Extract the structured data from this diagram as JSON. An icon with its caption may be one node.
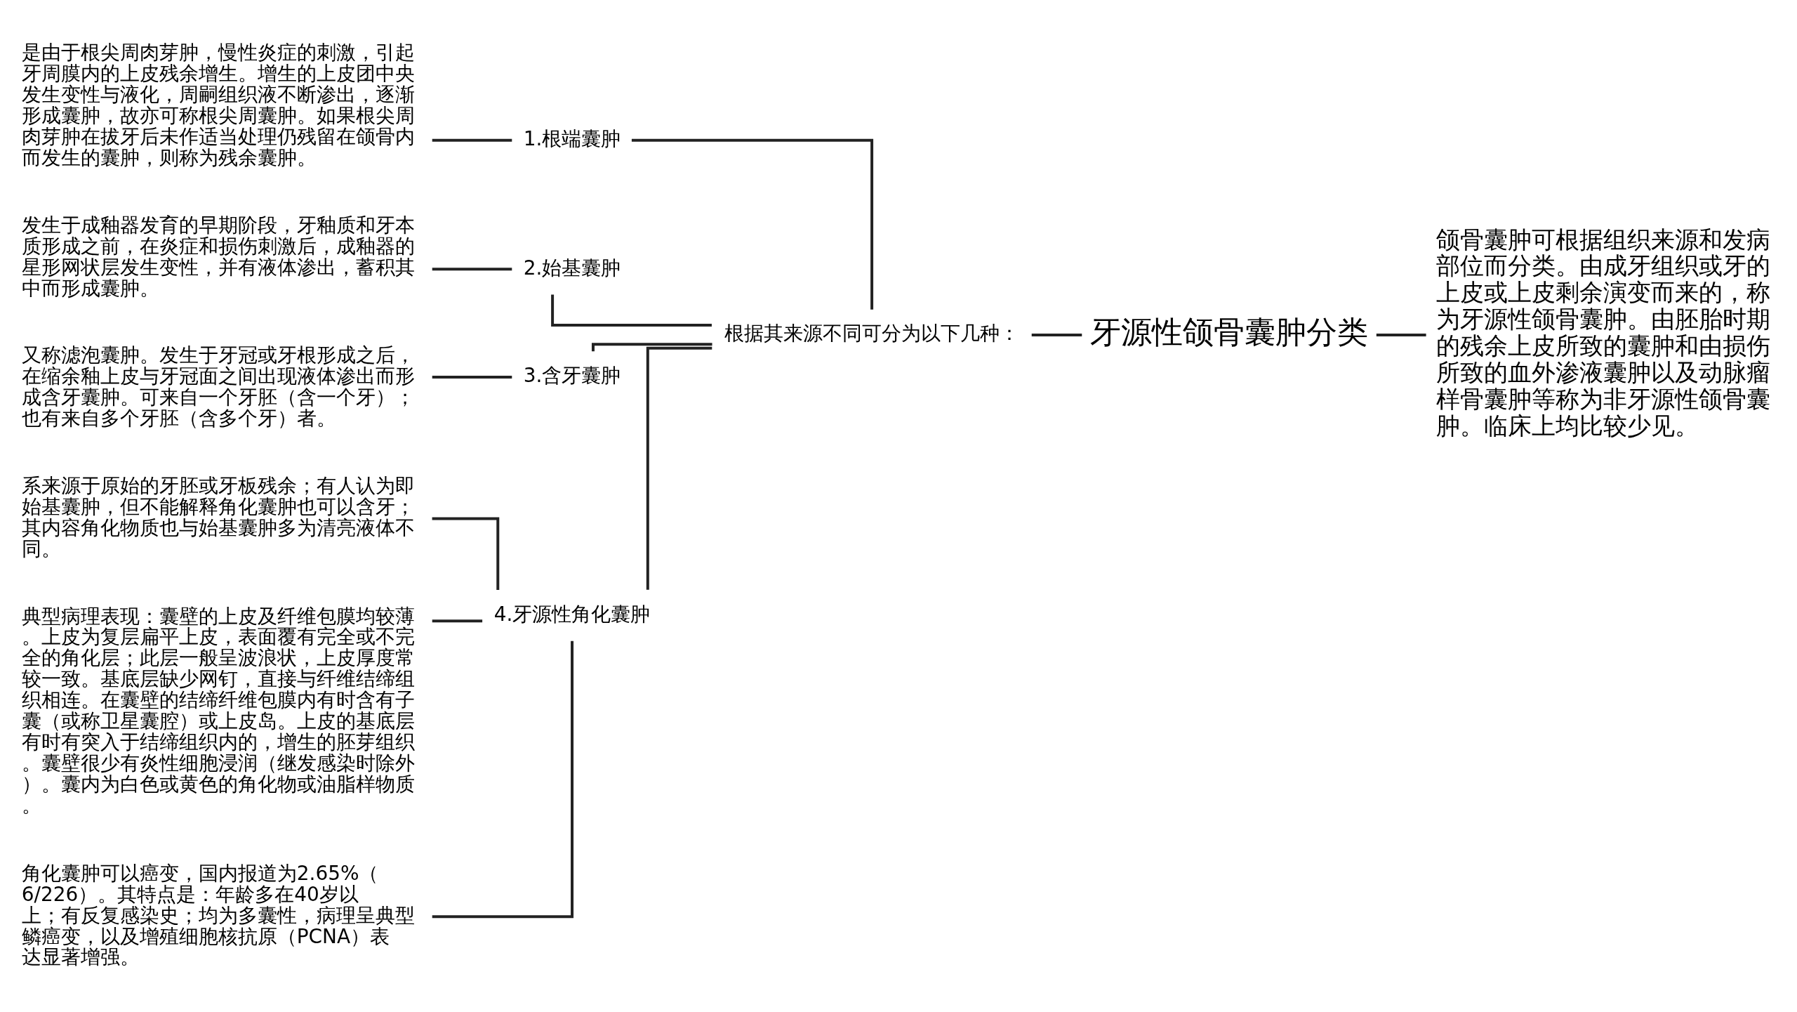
{
  "diagram": {
    "nodes": [
      {
        "text": [
          "牙源性颌骨囊肿分类"
        ]
      },
      {
        "text": [
          "根据其来源不同可分为以下几种："
        ]
      },
      {
        "text": [
          "颌骨囊肿可根据组织来源和发病部位而分类。由成牙组织或牙的上皮或上皮剩余演变而来的，称为牙源性颌骨囊肿。由胚胎时期的残余上皮所致的囊肿和由损伤所致的血外渗液囊肿以及动脉瘤样骨囊肿等称为非牙源性颌骨囊肿。临床上均比较少见。"
        ]
      },
      {
        "text": [
          "1.根端囊肿"
        ]
      },
      {
        "text": [
          "是由于根尖周肉芽肿，慢性炎症的刺激，引起牙周膜内的上皮残余增生。增生的上皮团中央发生变性与液化，周嗣组织液不断渗出，逐渐形成囊肿，故亦可称根尖周囊肿。如果根尖周肉芽肿在拔牙后未作适当处理仍残留在颌骨内而发生的囊肿，则称为残余囊肿。"
        ]
      },
      {
        "text": [
          "2.始基囊肿"
        ]
      },
      {
        "text": [
          "发生于成釉器发育的早期阶段，牙釉质和牙本质形成之前，在炎症和损伤刺激后，成釉器的星形网状层发生变性，并有液体渗出，蓄积其中而形成囊肿。"
        ]
      },
      {
        "text": [
          "3.含牙囊肿"
        ]
      },
      {
        "text": [
          "又称滤泡囊肿。发生于牙冠或牙根形成之后，在缩余釉上皮与牙冠面之间出现液体渗出而形成含牙囊肿。可来自一个牙胚（含一个牙）；也有来自多个牙胚（含多个牙）者。"
        ]
      },
      {
        "text": [
          "4.牙源性角化囊肿"
        ]
      },
      {
        "text": [
          "系来源于原始的牙胚或牙板残余；有人认为即始基囊肿，但不能解释角化囊肿也可以含牙；其内容角化物质也与始基囊肿多为清亮液体不同。"
        ]
      },
      {
        "text": [
          "典型病理表现：囊壁的上皮及纤维包膜均较薄。上皮为复层扁平上皮，表面覆有完全或不完全的角化层；此层一般呈波浪状，上皮厚度常较一致。基底层缺少网钉，直接与纤维结缔组织相连。在囊壁的结缔纤维包膜内有时含有子囊（或称卫星囊腔）或上皮岛。上皮的基底层有时有突入于结缔组织内的，增生的胚芽组织。囊壁很少有炎性细胞浸润（继发感染时除外）。囊内为白色或黄色的角化物或油脂样物质。"
        ]
      },
      {
        "text": [
          "角化囊肿可以癌变，国内报道为2.65%（6/226）。其特点是：年龄多在40岁以上；有反复感染史；均为多囊性，病理呈典型鳞癌变，以及增殖细胞核抗原（PCNA）表达显著增强。"
        ]
      }
    ],
    "edges": [
      {
        "from": 0,
        "to": 1,
        "arrow": "none"
      },
      {
        "from": 0,
        "to": 2,
        "arrow": "none"
      },
      {
        "from": 1,
        "to": 3,
        "arrow": "none"
      },
      {
        "from": 1,
        "to": 5,
        "arrow": "none"
      },
      {
        "from": 1,
        "to": 7,
        "arrow": "none"
      },
      {
        "from": 1,
        "to": 9,
        "arrow": "none"
      },
      {
        "from": 3,
        "to": 4,
        "arrow": "none"
      },
      {
        "from": 5,
        "to": 6,
        "arrow": "none"
      },
      {
        "from": 7,
        "to": 8,
        "arrow": "none"
      },
      {
        "from": 9,
        "to": 10,
        "arrow": "none"
      },
      {
        "from": 9,
        "to": 11,
        "arrow": "none"
      },
      {
        "from": 9,
        "to": 12,
        "arrow": "none"
      }
    ]
  }
}
